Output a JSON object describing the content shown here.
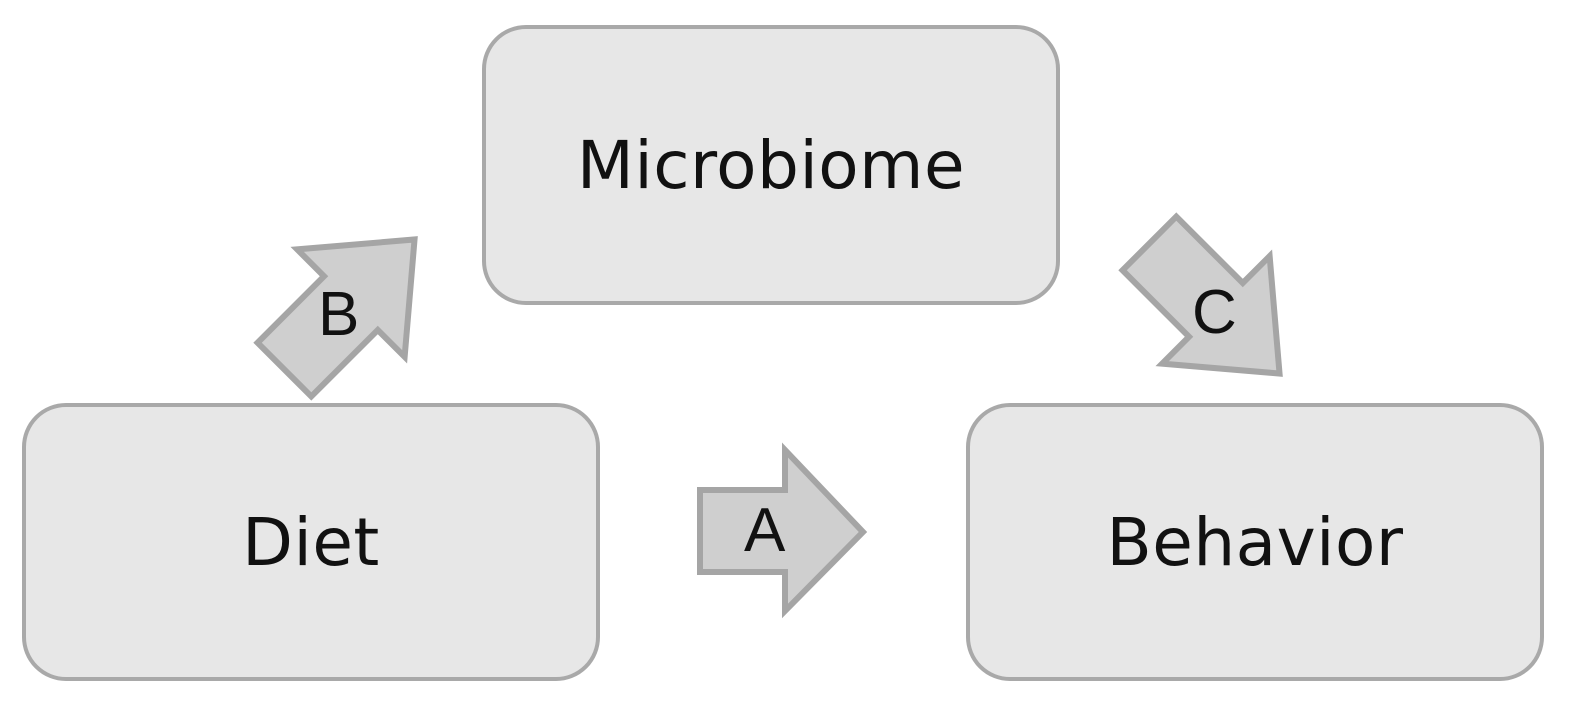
{
  "nodes": {
    "microbiome": "Microbiome",
    "diet": "Diet",
    "behavior": "Behavior"
  },
  "arrows": {
    "a": {
      "label": "A",
      "from": "diet",
      "to": "behavior"
    },
    "b": {
      "label": "B",
      "from": "diet",
      "to": "microbiome"
    },
    "c": {
      "label": "C",
      "from": "microbiome",
      "to": "behavior"
    }
  },
  "colors": {
    "box_fill": "#e7e7e7",
    "box_border": "#a9a9a9",
    "arrow_fill": "#cfcfcf",
    "arrow_border": "#a5a5a5",
    "text": "#111111"
  }
}
